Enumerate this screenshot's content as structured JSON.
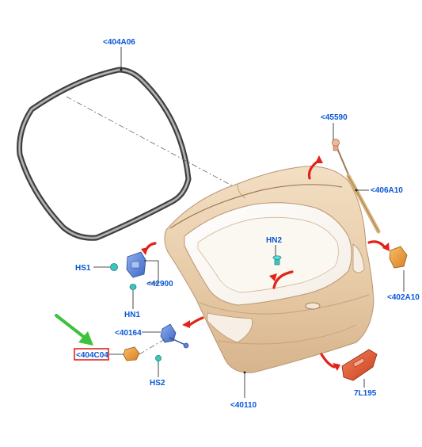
{
  "callouts": {
    "seal": "<404A06",
    "strut_ball": "<45590",
    "strut": "<406A10",
    "hn2": "HN2",
    "bumper": "<402A10",
    "hs1": "HS1",
    "hinge": "<42900",
    "hn1": "HN1",
    "hinge2": "<40164",
    "selected": "<404C04",
    "hs2": "HS2",
    "tailgate": "<40110",
    "handle": "7L195"
  },
  "colors": {
    "callout_text": "#0a57d6",
    "highlight_box": "#e2231a",
    "indicator_arrow": "#3cc23c",
    "motion_arrows": "#e2231a",
    "tailgate_panel": "#e6cba9",
    "seal": "#555555",
    "hinge_part": "#5b84d6",
    "bumper_part": "#f0a040",
    "fastener": "#39c7c2"
  },
  "selected_part": "<404C04"
}
